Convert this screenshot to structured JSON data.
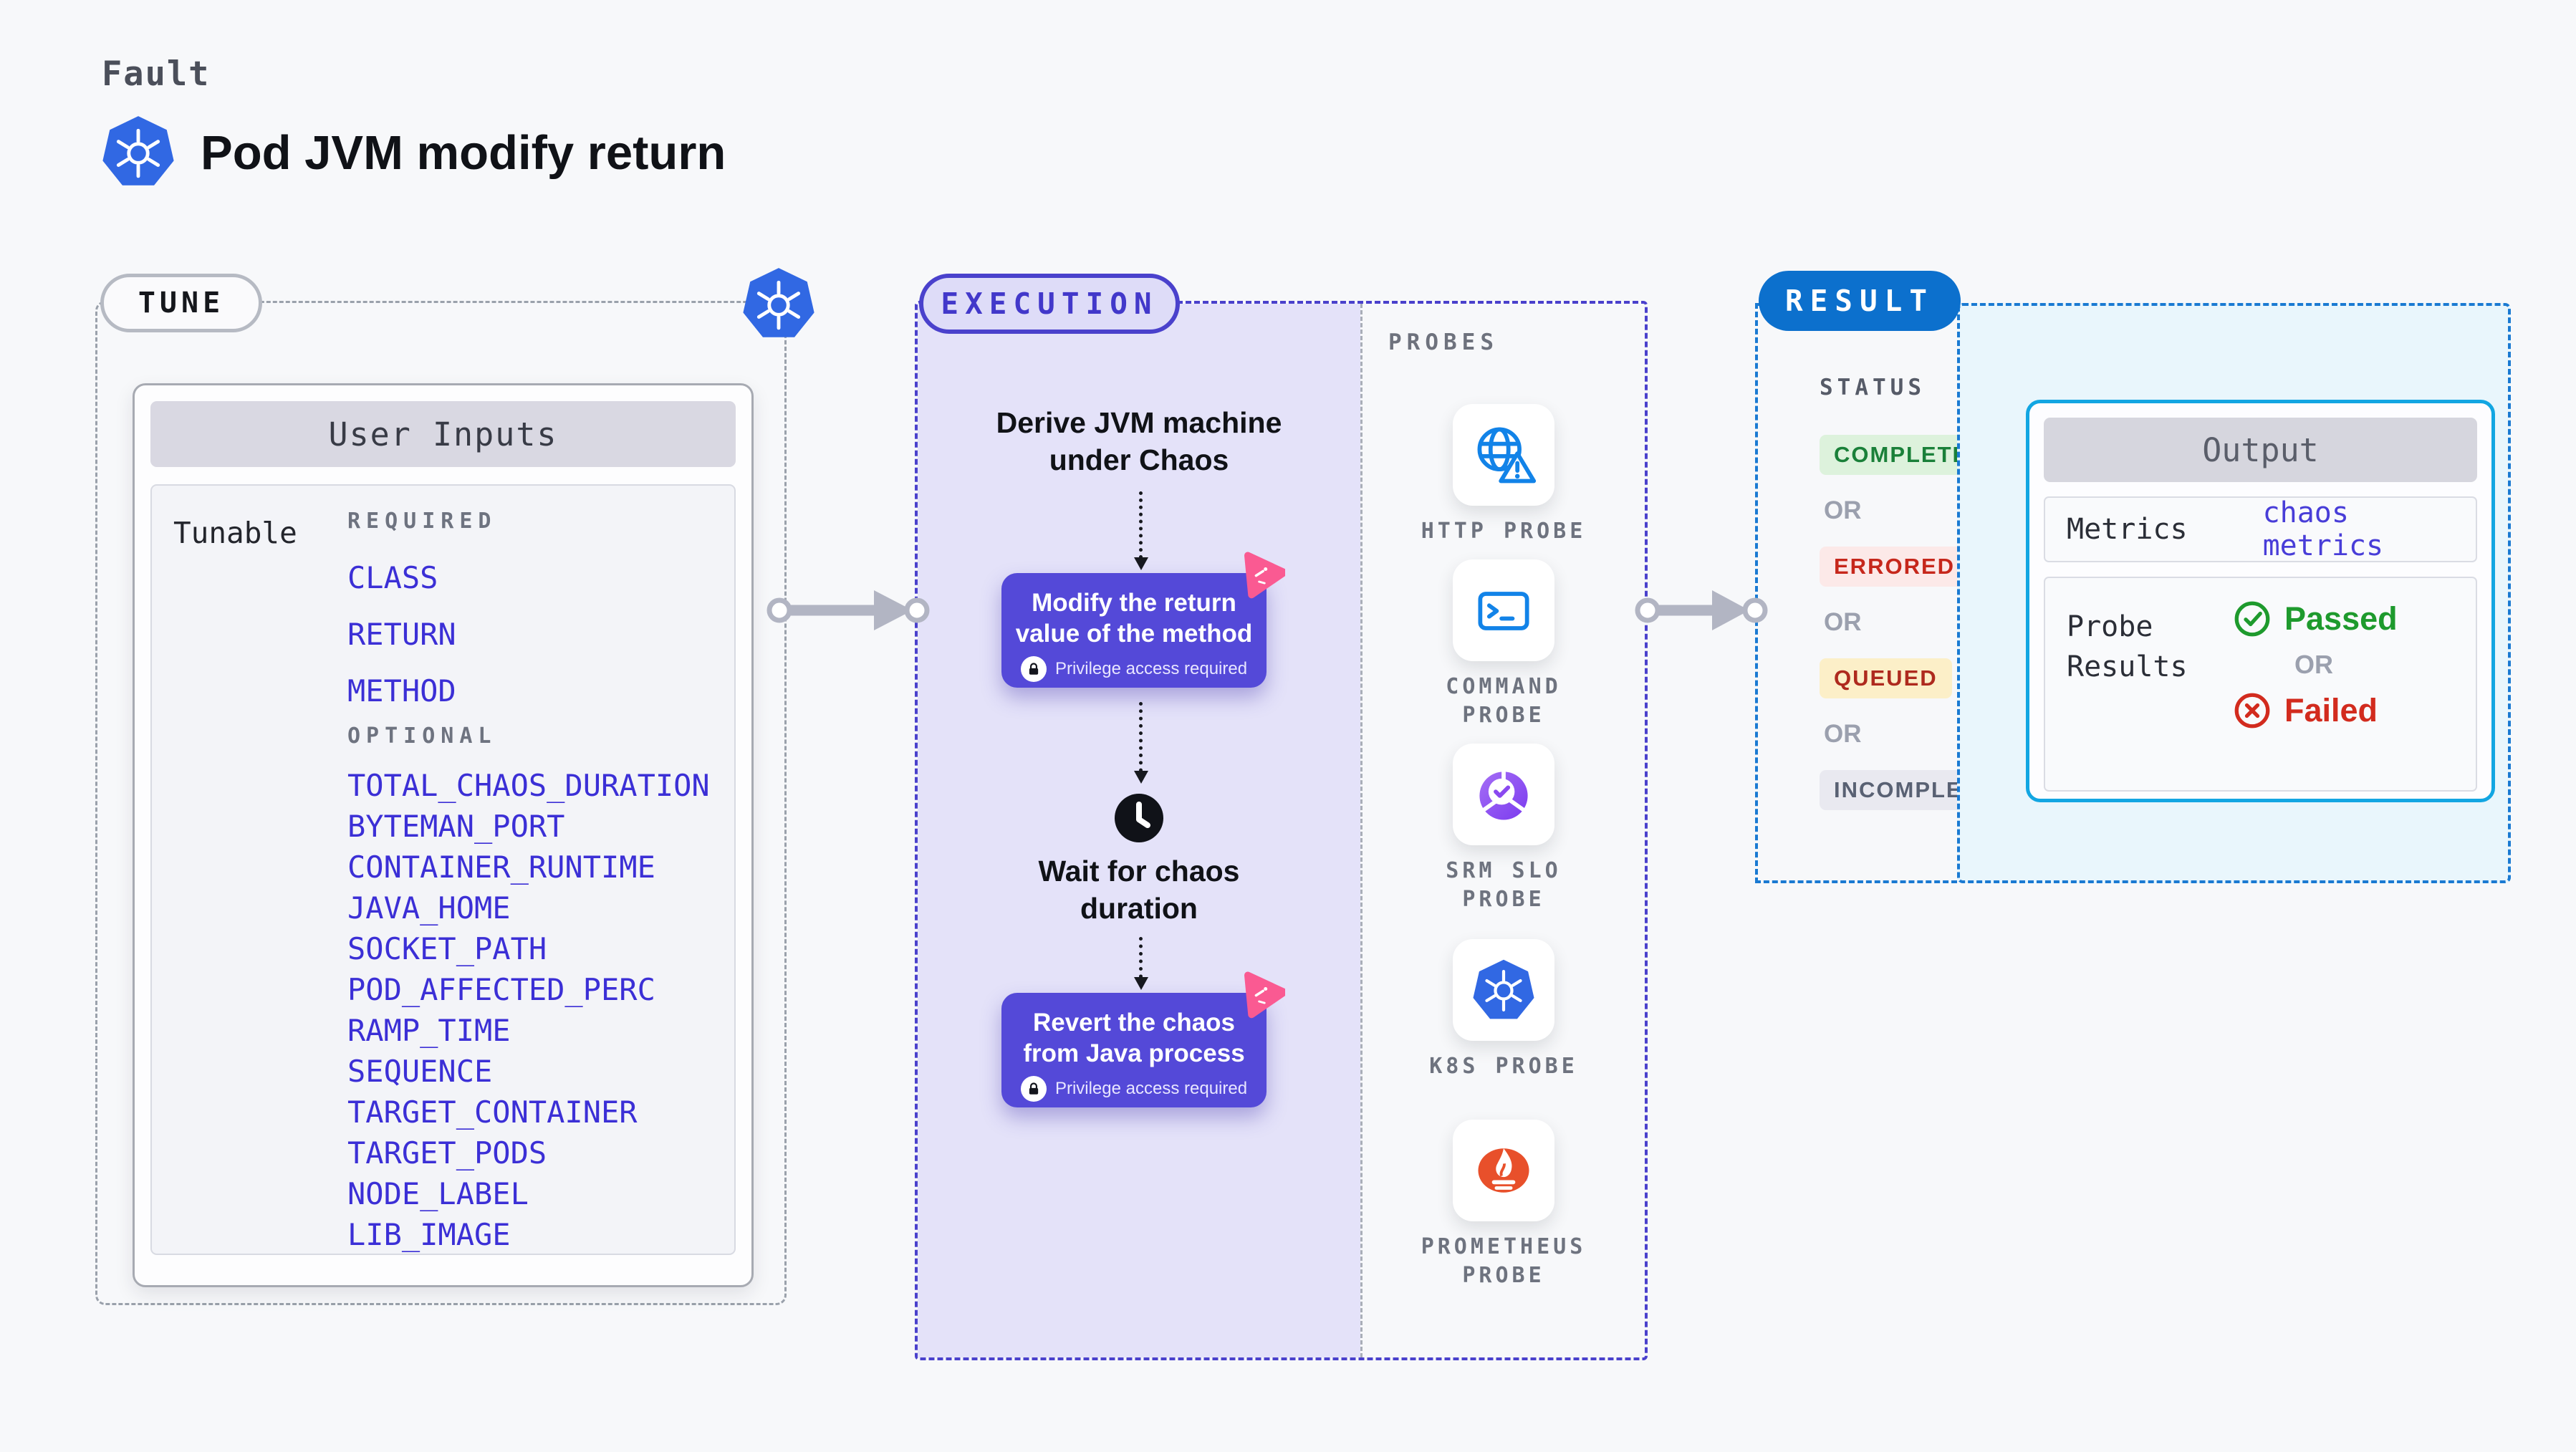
{
  "header": {
    "eyebrow": "Fault",
    "title": "Pod JVM modify return"
  },
  "tune": {
    "badge": "TUNE",
    "card_title": "User Inputs",
    "row_label": "Tunable",
    "required_label": "REQUIRED",
    "optional_label": "OPTIONAL",
    "required": [
      "CLASS",
      "RETURN",
      "METHOD"
    ],
    "optional": [
      "TOTAL_CHAOS_DURATION",
      "BYTEMAN_PORT",
      "CONTAINER_RUNTIME",
      "JAVA_HOME",
      "SOCKET_PATH",
      "POD_AFFECTED_PERC",
      "RAMP_TIME",
      "SEQUENCE",
      "TARGET_CONTAINER",
      "TARGET_PODS",
      "NODE_LABEL",
      "LIB_IMAGE"
    ]
  },
  "execution": {
    "badge": "EXECUTION",
    "derive_step": {
      "line1": "Derive JVM machine",
      "line2": "under Chaos"
    },
    "modify_step": {
      "line1": "Modify the return",
      "line2": "value of the method",
      "note": "Privilege access required"
    },
    "wait_step": {
      "line1": "Wait for chaos",
      "line2": "duration"
    },
    "revert_step": {
      "line1": "Revert the chaos",
      "line2": "from Java process",
      "note": "Privilege access required"
    }
  },
  "probes": {
    "label": "PROBES",
    "items": [
      {
        "name": "HTTP PROBE",
        "icon": "globe-alert-icon"
      },
      {
        "name": "COMMAND PROBE",
        "icon": "terminal-icon"
      },
      {
        "name": "SRM SLO PROBE",
        "icon": "slo-gauge-icon"
      },
      {
        "name": "K8S PROBE",
        "icon": "kubernetes-icon"
      },
      {
        "name": "PROMETHEUS PROBE",
        "icon": "prometheus-icon"
      }
    ]
  },
  "result": {
    "badge": "RESULT",
    "status_label": "STATUS",
    "or_label": "OR",
    "statuses": [
      {
        "label": "COMPLETED",
        "bg": "#ddf2dc",
        "color": "#1a8039"
      },
      {
        "label": "ERRORED",
        "bg": "#fce9e8",
        "color": "#c6271b"
      },
      {
        "label": "QUEUED",
        "bg": "#fcefc8",
        "color": "#ae2a1e"
      },
      {
        "label": "INCOMPLETED",
        "bg": "#e9e9f0",
        "color": "#596173"
      }
    ],
    "output": {
      "title": "Output",
      "metrics_label": "Metrics",
      "metrics_value": "chaos metrics",
      "probe_results_label": "Probe Results",
      "passed_label": "Passed",
      "failed_label": "Failed"
    }
  },
  "colors": {
    "page_bg": "#f7f8fa",
    "execution_accent": "#4a41cc",
    "execution_bg": "#e4e2f9",
    "result_accent": "#1a7ad2",
    "result_bg": "#e9f6fc",
    "output_border": "#12a6e2",
    "chaos_box": "#5449d8",
    "pink_mark": "#fa5a92",
    "kubernetes_blue": "#3168e3",
    "prometheus_orange": "#e8502b",
    "passed_green": "#1e9a2d",
    "failed_red": "#d22b1e",
    "param_blue": "#3b2fd6"
  }
}
